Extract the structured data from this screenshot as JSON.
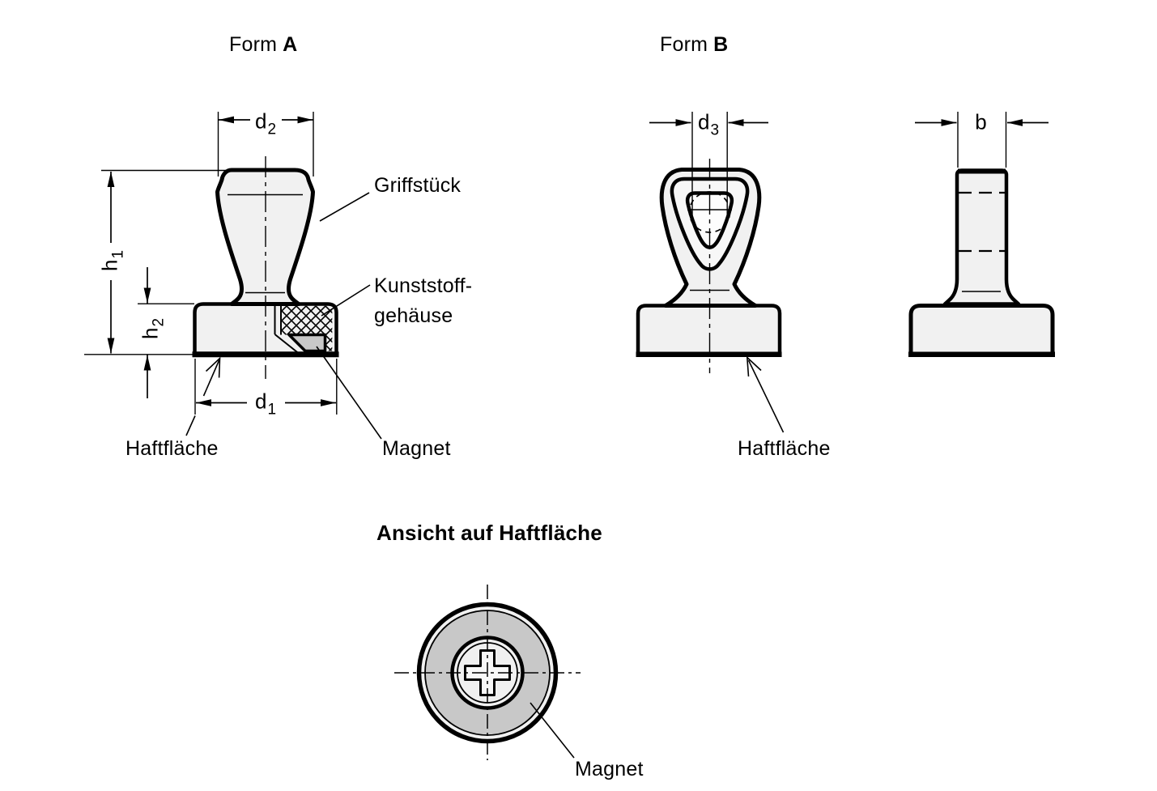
{
  "form_a": {
    "title_prefix": "Form",
    "title_variant": "A",
    "labels": {
      "griffstueck": "Griffstück",
      "kunststoff_line1": "Kunststoff-",
      "kunststoff_line2": "gehäuse",
      "magnet": "Magnet",
      "haftflaeche": "Haftfläche"
    },
    "dims": {
      "d1": {
        "base": "d",
        "sub": "1"
      },
      "d2": {
        "base": "d",
        "sub": "2"
      },
      "h1": {
        "base": "h",
        "sub": "1"
      },
      "h2": {
        "base": "h",
        "sub": "2"
      }
    }
  },
  "form_b": {
    "title_prefix": "Form",
    "title_variant": "B",
    "labels": {
      "haftflaeche": "Haftfläche"
    },
    "dims": {
      "d3": {
        "base": "d",
        "sub": "3"
      },
      "b": {
        "base": "b",
        "sub": ""
      }
    }
  },
  "bottom_view": {
    "title": "Ansicht auf Haftfläche",
    "labels": {
      "magnet": "Magnet"
    }
  },
  "colors": {
    "line": "#000000",
    "part_fill": "#f1f1f1",
    "magnet_fill": "#c8c8c8",
    "background": "#ffffff"
  }
}
